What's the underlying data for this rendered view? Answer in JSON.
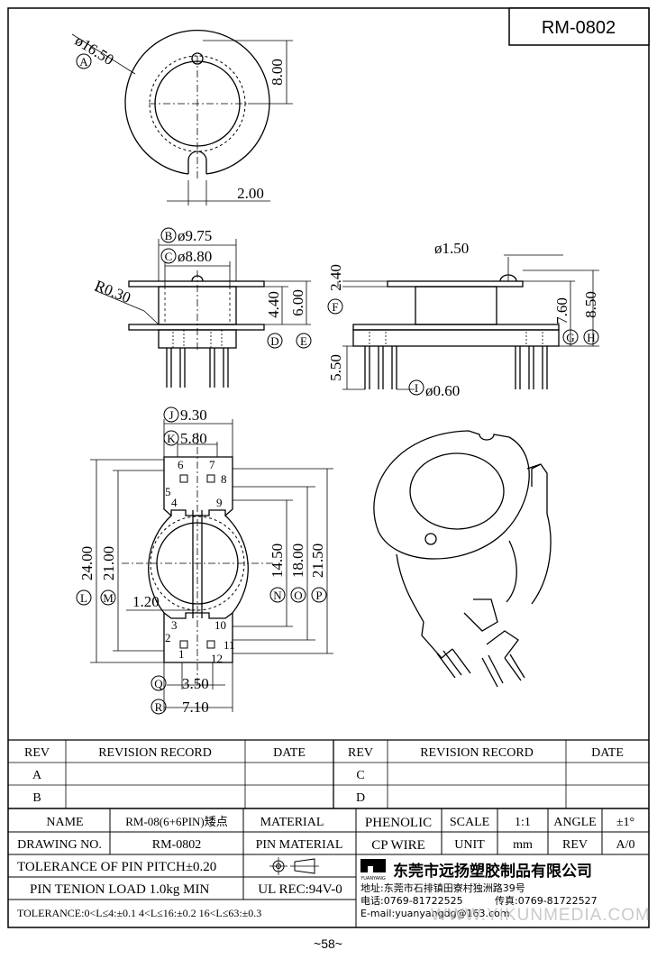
{
  "part_number": "RM-0802",
  "page_number": "~58~",
  "watermark": "WWW.YIKUNMEDIA.COM",
  "top_view": {
    "diameter": "ø16.50",
    "mark_a": "A",
    "height": "8.00",
    "slot": "2.00"
  },
  "front_view": {
    "outer_dia": "ø9.75",
    "mark_b": "B",
    "inner_dia": "ø8.80",
    "mark_c": "C",
    "radius": "R0.30",
    "flange_gap": "4.40",
    "height": "6.00",
    "mark_d": "D",
    "mark_e": "E"
  },
  "side_view": {
    "pin_tip": "ø1.50",
    "flange_h": "2.40",
    "mark_f": "F",
    "body_h": "7.60",
    "mark_g": "G",
    "total_h": "8.50",
    "mark_h": "H",
    "pin_len": "5.50",
    "pin_dia": "ø0.60",
    "mark_i": "I"
  },
  "bottom_view": {
    "width_top": "9.30",
    "mark_j": "J",
    "pin_spacing": "5.80",
    "mark_k": "K",
    "length": "24.00",
    "mark_l": "L",
    "inner_len": "21.00",
    "mark_m": "M",
    "slot_w": "1.20",
    "bore": "14.50",
    "mark_n": "N",
    "outer": "18.00",
    "mark_o": "O",
    "span": "21.50",
    "mark_p": "P",
    "pitch": "3.50",
    "mark_q": "Q",
    "width_bot": "7.10",
    "mark_r": "R",
    "pins_top_left": [
      "6",
      "5",
      "4"
    ],
    "pins_top_right": [
      "7",
      "8",
      "9"
    ],
    "pins_bot_left": [
      "3",
      "2",
      "1"
    ],
    "pins_bot_right": [
      "10",
      "11",
      "12"
    ]
  },
  "revision_table": {
    "headers": [
      "REV",
      "REVISION RECORD",
      "DATE",
      "REV",
      "REVISION RECORD",
      "DATE"
    ],
    "rows": [
      [
        "A",
        "",
        "",
        "C",
        "",
        ""
      ],
      [
        "B",
        "",
        "",
        "D",
        "",
        ""
      ]
    ]
  },
  "title_block": {
    "name_label": "NAME",
    "name_value": "RM-08(6+6PIN)矮点",
    "material_label": "MATERIAL",
    "material_value": "PHENOLIC",
    "scale_label": "SCALE",
    "scale_value": "1:1",
    "angle_label": "ANGLE",
    "angle_value": "±1°",
    "drawing_no_label": "DRAWING NO.",
    "drawing_no_value": "RM-0802",
    "pin_material_label": "PIN MATERIAL",
    "pin_material_value": "CP WIRE",
    "unit_label": "UNIT",
    "unit_value": "mm",
    "rev_label": "REV",
    "rev_value": "A/0",
    "pitch_tol": "TOLERANCE OF PIN PITCH±0.20",
    "pin_load": "PIN TENION LOAD 1.0kg MIN",
    "ul_rec": "UL REC:94V-0",
    "tolerance": "TOLERANCE:0<L≤4:±0.1  4<L≤16:±0.2  16<L≤63:±0.3",
    "company": "东莞市远扬塑胶制品有限公司",
    "logo_text": "YUANYANG",
    "address": "地址:东莞市石排镇田寮村独洲路39号",
    "phone": "电话:0769-81722525",
    "fax": "传真:0769-81722527",
    "email": "E-mail:yuanyangdg@163.com"
  }
}
